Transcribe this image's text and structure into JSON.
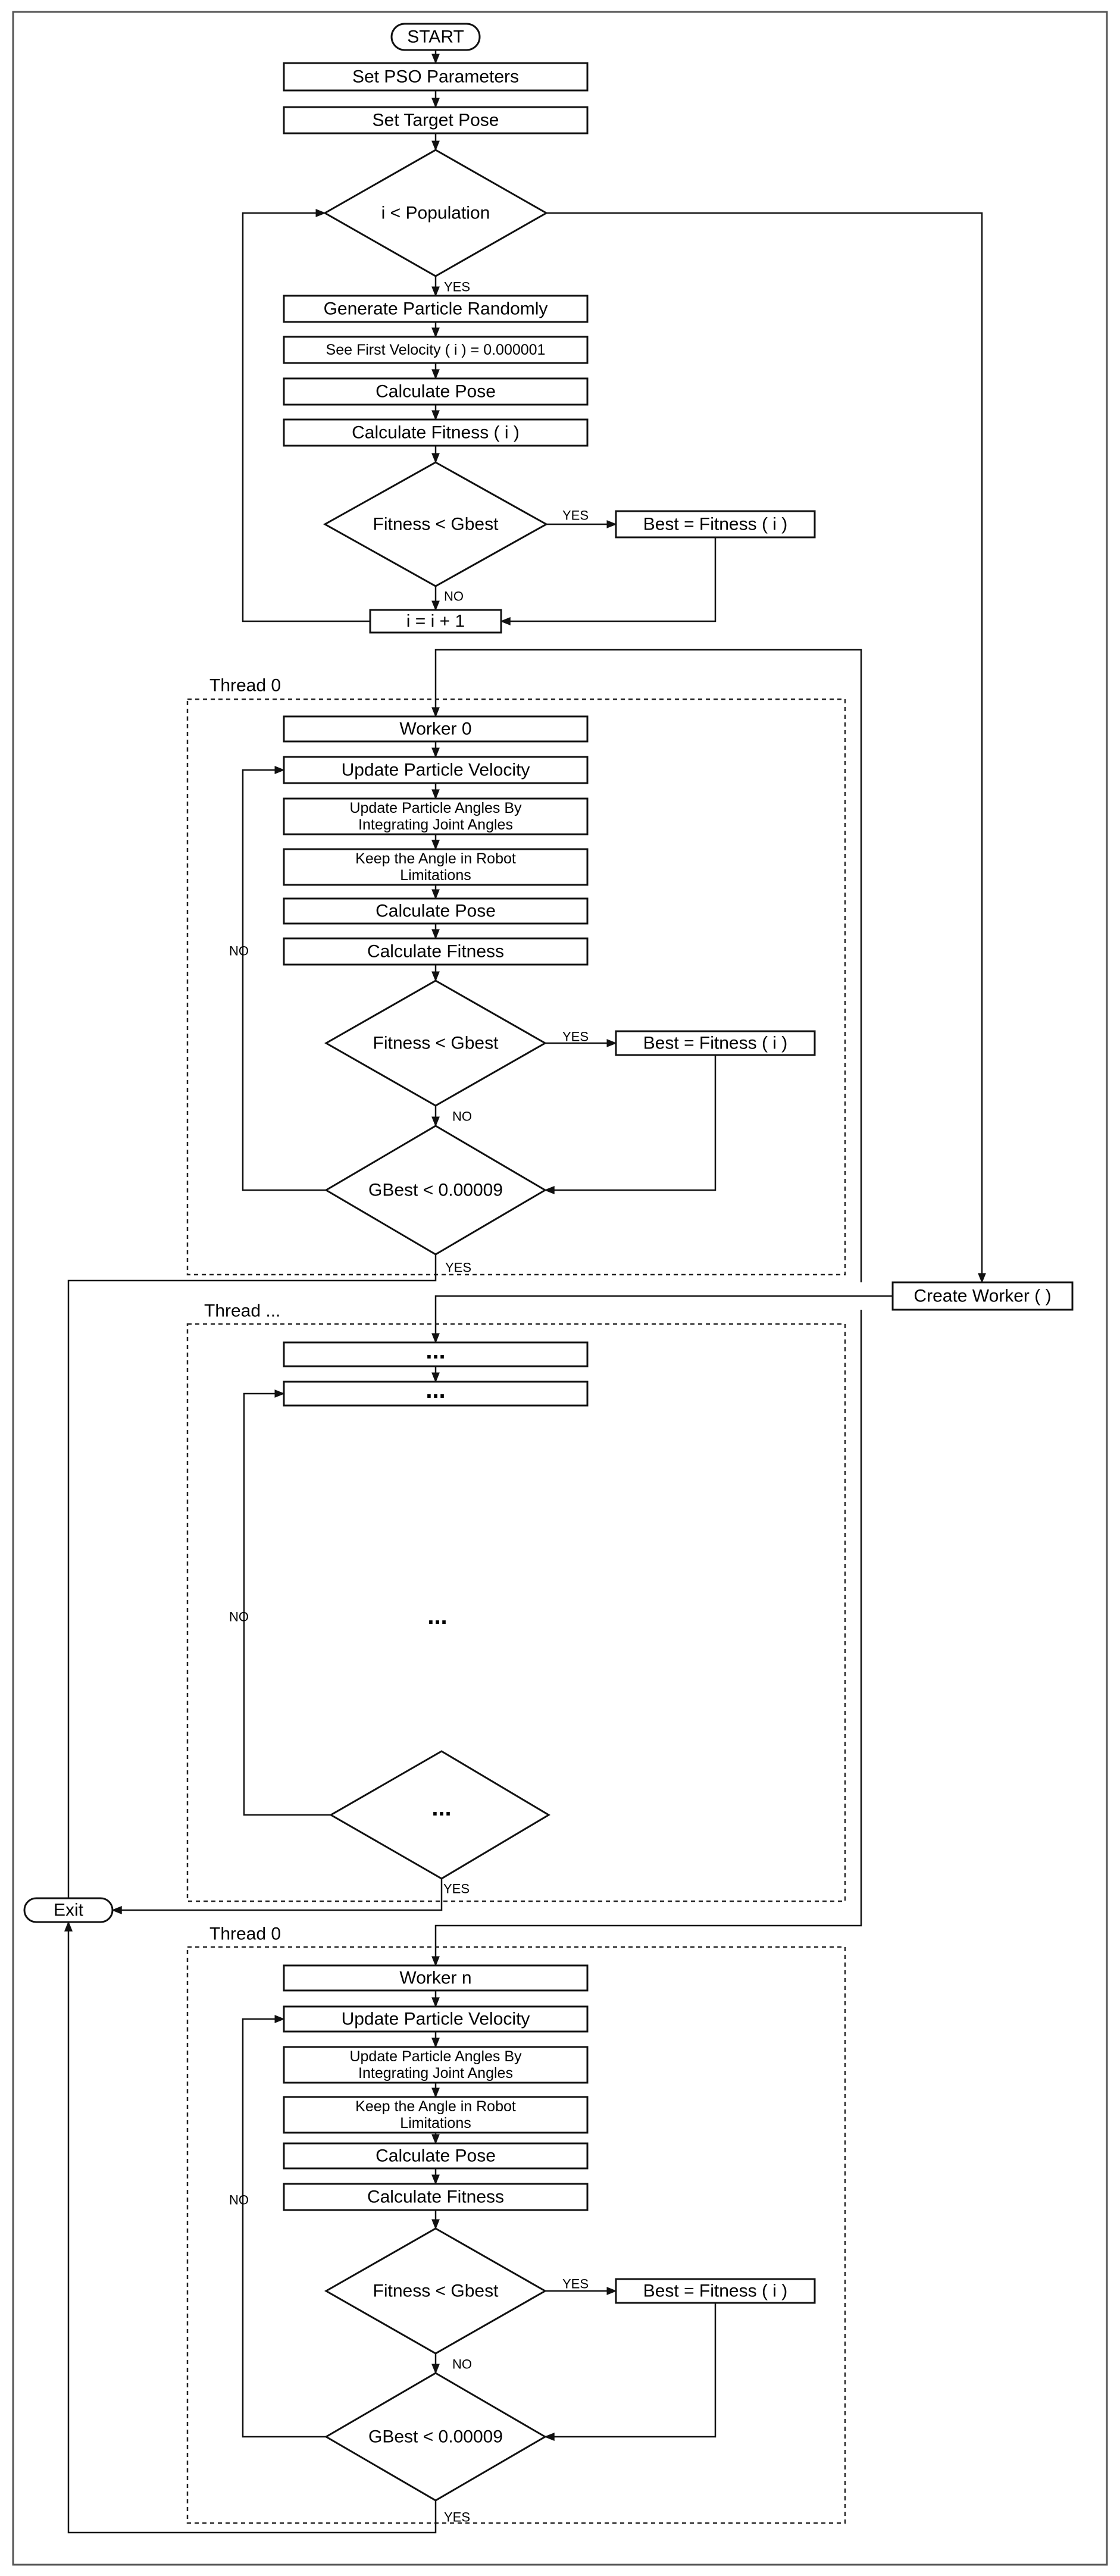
{
  "start": "START",
  "set_pso": "Set PSO Parameters",
  "set_target": "Set Target Pose",
  "init_loop": {
    "decision": "i < Population",
    "generate": "Generate Particle Randomly",
    "first_velocity": "See First Velocity ( i ) = 0.000001",
    "calc_pose": "Calculate Pose",
    "calc_fitness": "Calculate Fitness ( i )",
    "fitness_decision": "Fitness < Gbest",
    "best": "Best = Fitness ( i )",
    "increment": "i = i + 1"
  },
  "labels": {
    "yes": "YES",
    "no": "NO"
  },
  "create_worker": "Create Worker ( )",
  "exit": "Exit",
  "thread0": {
    "title": "Thread 0",
    "worker": "Worker 0",
    "update_velocity": "Update Particle Velocity",
    "update_angles_1": "Update Particle Angles By",
    "update_angles_2": "Integrating Joint Angles",
    "keep_angle_1": "Keep the Angle in Robot",
    "keep_angle_2": "Limitations",
    "calc_pose": "Calculate Pose",
    "calc_fitness": "Calculate Fitness",
    "fitness_decision": "Fitness < Gbest",
    "best": "Best = Fitness ( i )",
    "gbest_decision": "GBest < 0.00009"
  },
  "thread_mid": {
    "title": "Thread ...",
    "box1": "...",
    "box2": "...",
    "middle": "...",
    "decision": "..."
  },
  "thread_n": {
    "title": "Thread 0",
    "worker": "Worker n",
    "update_velocity": "Update Particle Velocity",
    "update_angles_1": "Update Particle Angles By",
    "update_angles_2": "Integrating Joint Angles",
    "keep_angle_1": "Keep the Angle in Robot",
    "keep_angle_2": "Limitations",
    "calc_pose": "Calculate Pose",
    "calc_fitness": "Calculate Fitness",
    "fitness_decision": "Fitness < Gbest",
    "best": "Best = Fitness ( i )",
    "gbest_decision": "GBest < 0.00009"
  }
}
